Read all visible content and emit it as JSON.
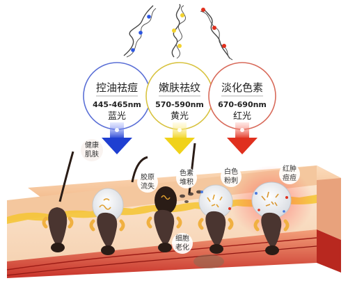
{
  "lights": [
    {
      "title": "控油祛痘",
      "wavelength": "445-465nm",
      "name": "蓝光",
      "color": "#1f3fd1",
      "border": "#5a6fd6"
    },
    {
      "title": "嫩肤祛纹",
      "wavelength": "570-590nm",
      "name": "黄光",
      "color": "#f0d21a",
      "border": "#d8c340"
    },
    {
      "title": "淡化色素",
      "wavelength": "670-690nm",
      "name": "红光",
      "color": "#e0301e",
      "border": "#d86a5a"
    }
  ],
  "labels": {
    "healthy": [
      "健康",
      "肌肤"
    ],
    "collagen": [
      "胶原",
      "流失"
    ],
    "pigment": [
      "色素",
      "堆积"
    ],
    "whitehead": [
      "白色",
      "粉刺"
    ],
    "redness": [
      "红肿",
      "痘痘"
    ],
    "aging": [
      "细胞",
      "老化"
    ]
  },
  "colors": {
    "skin_top": "#f6c89e",
    "skin_mid": "#f7dcc0",
    "fat_yellow": "#f4c430",
    "dermis_red": "#c8322a",
    "hair": "#2a1c16"
  }
}
